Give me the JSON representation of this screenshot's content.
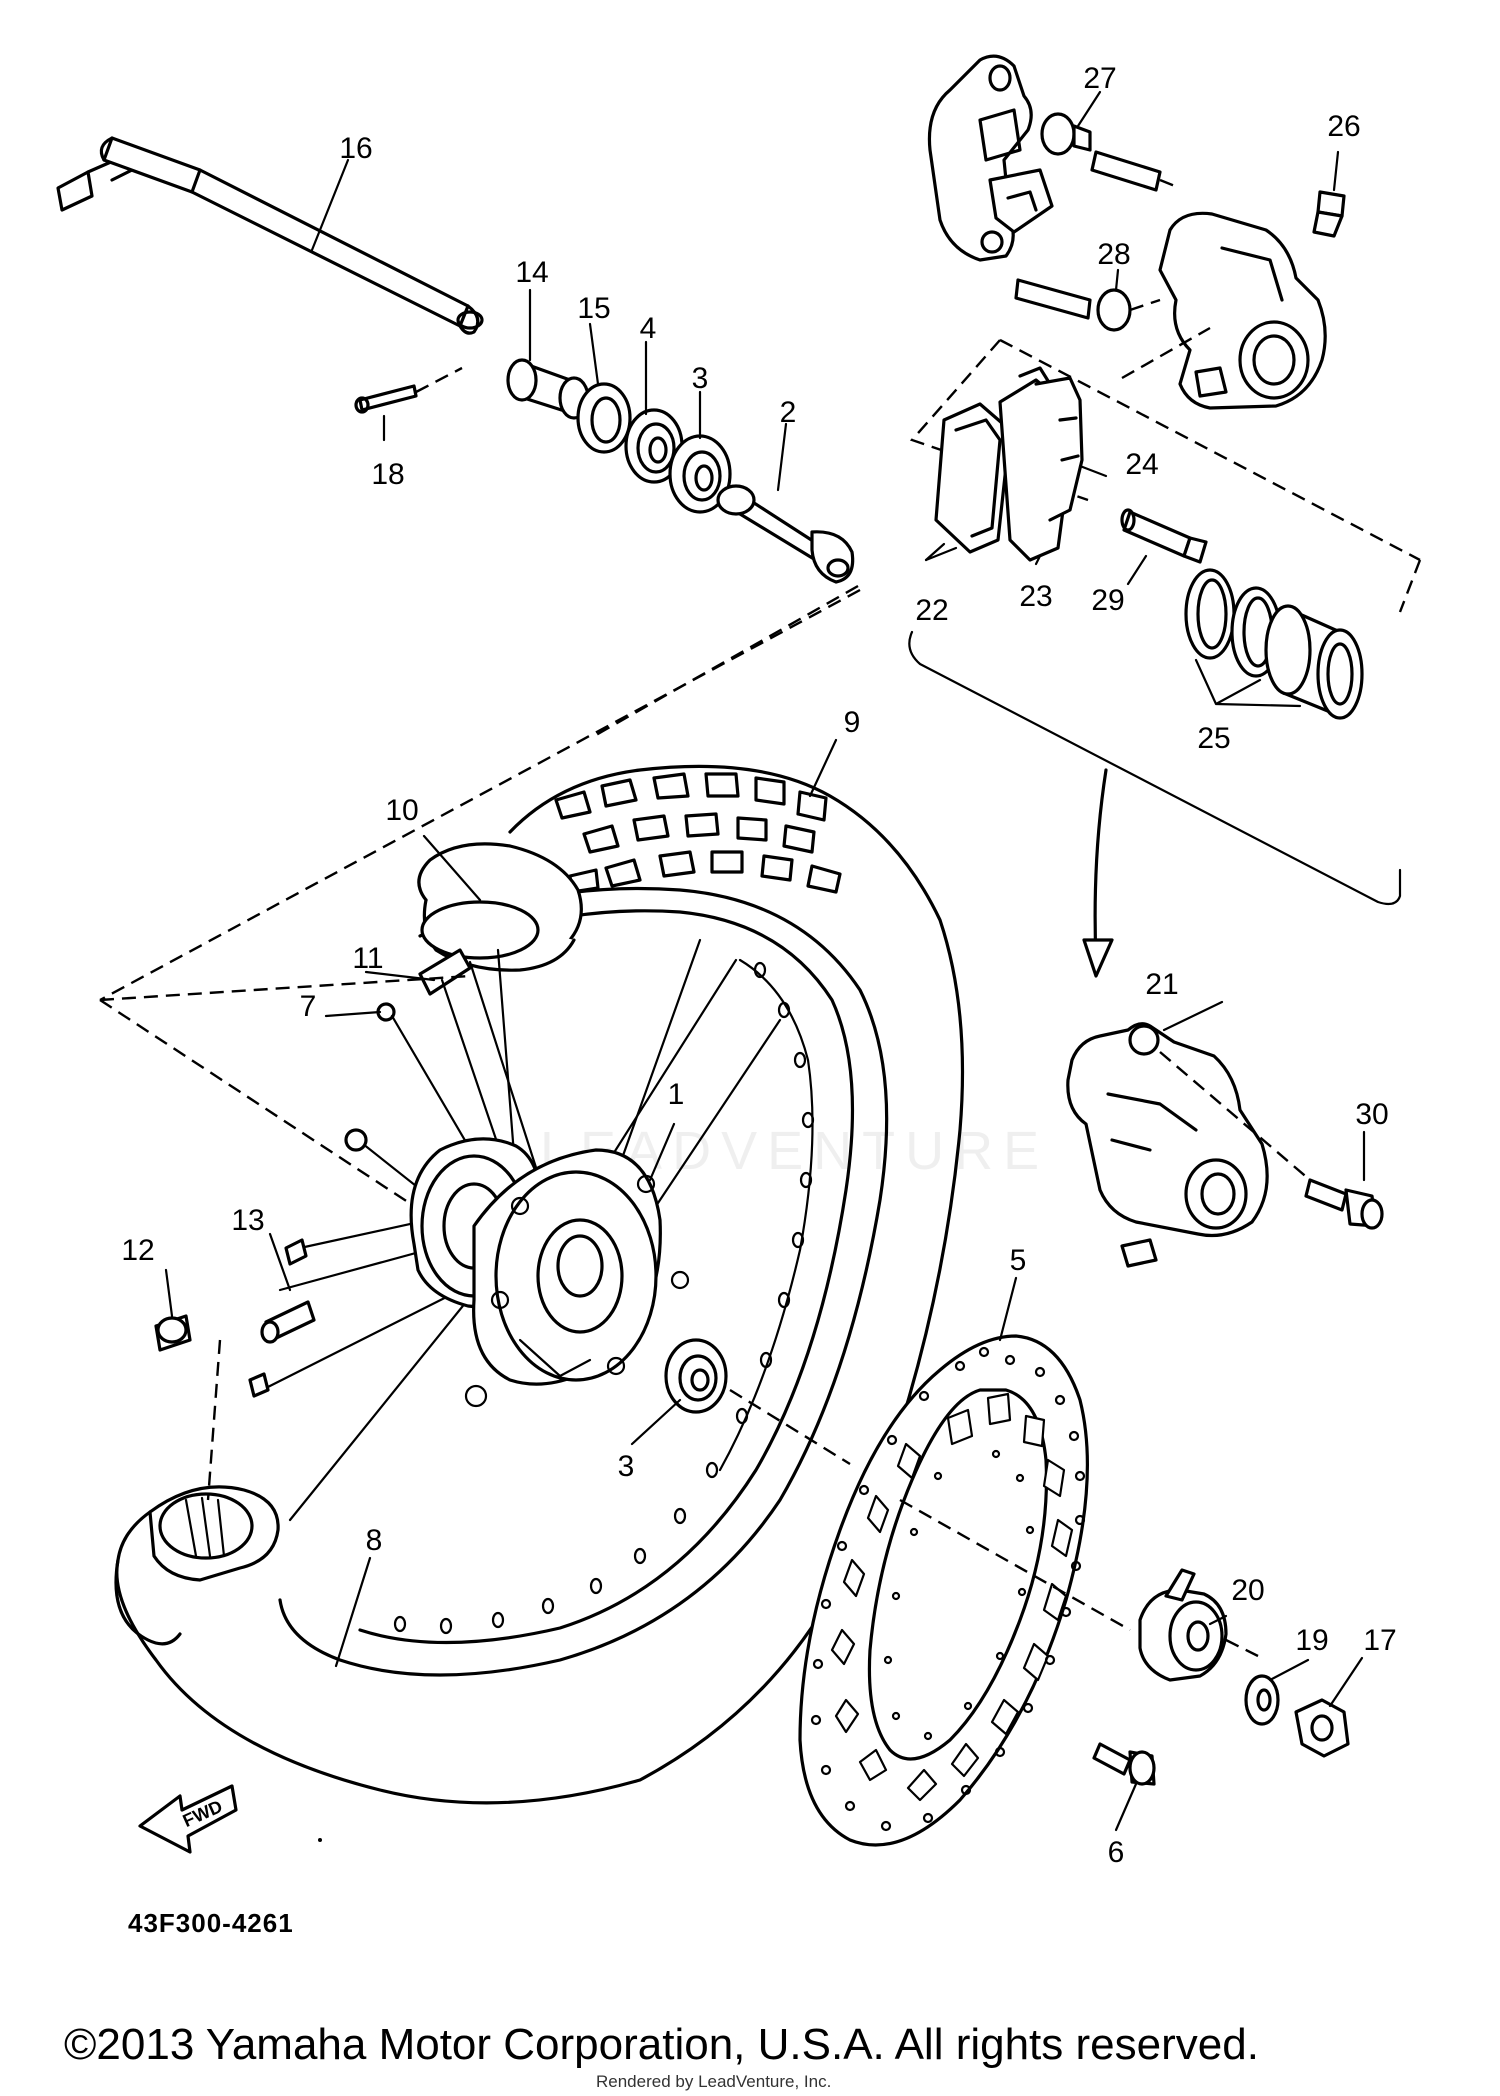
{
  "diagram": {
    "callouts": {
      "c1": "1",
      "c2": "2",
      "c3a": "3",
      "c3b": "3",
      "c4": "4",
      "c5": "5",
      "c6": "6",
      "c7": "7",
      "c8": "8",
      "c9": "9",
      "c10": "10",
      "c11": "11",
      "c12": "12",
      "c13": "13",
      "c14": "14",
      "c15": "15",
      "c16": "16",
      "c17": "17",
      "c18": "18",
      "c19": "19",
      "c20": "20",
      "c21": "21",
      "c22": "22",
      "c23": "23",
      "c24": "24",
      "c25": "25",
      "c26": "26",
      "c27": "27",
      "c28": "28",
      "c29": "29",
      "c30": "30"
    },
    "fwd_arrow_label": "FWD",
    "part_code": "43F300-4261",
    "watermark": "LEADVENTURE",
    "copyright": "©2013 Yamaha Motor Corporation, U.S.A. All rights reserved.",
    "rendered_by": "Rendered by LeadVenture, Inc."
  }
}
